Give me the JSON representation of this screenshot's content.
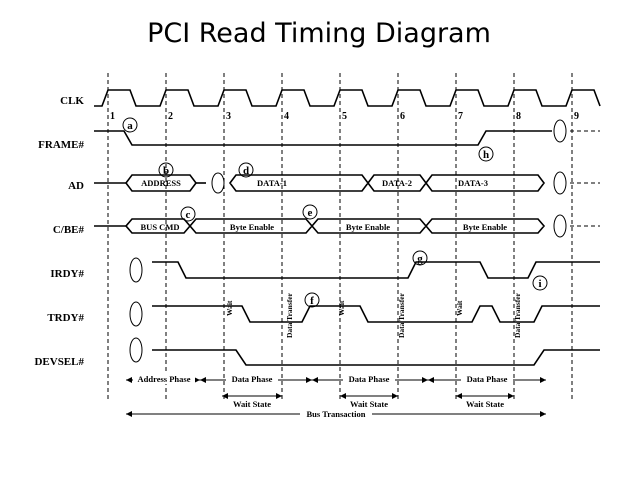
{
  "title": "PCI Read Timing Diagram",
  "signals": [
    "CLK",
    "FRAME#",
    "AD",
    "C/BE#",
    "IRDY#",
    "TRDY#",
    "DEVSEL#"
  ],
  "clock_numbers": [
    "1",
    "2",
    "3",
    "4",
    "5",
    "6",
    "7",
    "8",
    "9"
  ],
  "bus_labels": {
    "address": "ADDRESS",
    "data1": "DATA-1",
    "data2": "DATA-2",
    "data3": "DATA-3",
    "bus_cmd": "BUS  CMD",
    "byte_enable": "Byte Enable"
  },
  "markers": [
    "a",
    "b",
    "c",
    "d",
    "e",
    "f",
    "g",
    "h",
    "i"
  ],
  "vertical_labels": {
    "wait": "Wait",
    "data_transfer": "Data Transfer"
  },
  "phases": {
    "address_phase": "Address Phase",
    "data_phase": "Data Phase",
    "wait_state": "Wait State",
    "bus_transaction": "Bus Transaction"
  }
}
